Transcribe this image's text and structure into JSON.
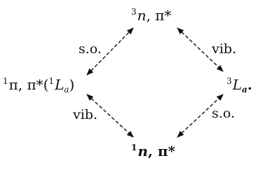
{
  "nodes": {
    "top": {
      "sup": "3",
      "main": "n",
      "rest": ", π*"
    },
    "left": {
      "sup": "1",
      "main": "π",
      "rest": ", π*(",
      "paren_sup": "1",
      "paren_main": "L",
      "paren_sub": "a",
      "close": ")"
    },
    "right": {
      "sup": "3",
      "main": "L",
      "sub": "a",
      "trail": "."
    },
    "bottom": {
      "sup": "1",
      "main": "n",
      "rest": ", π*"
    }
  },
  "labels": {
    "upper_left": "s.o.",
    "upper_right": "vib.",
    "lower_left": "vib.",
    "lower_right": "s.o."
  }
}
